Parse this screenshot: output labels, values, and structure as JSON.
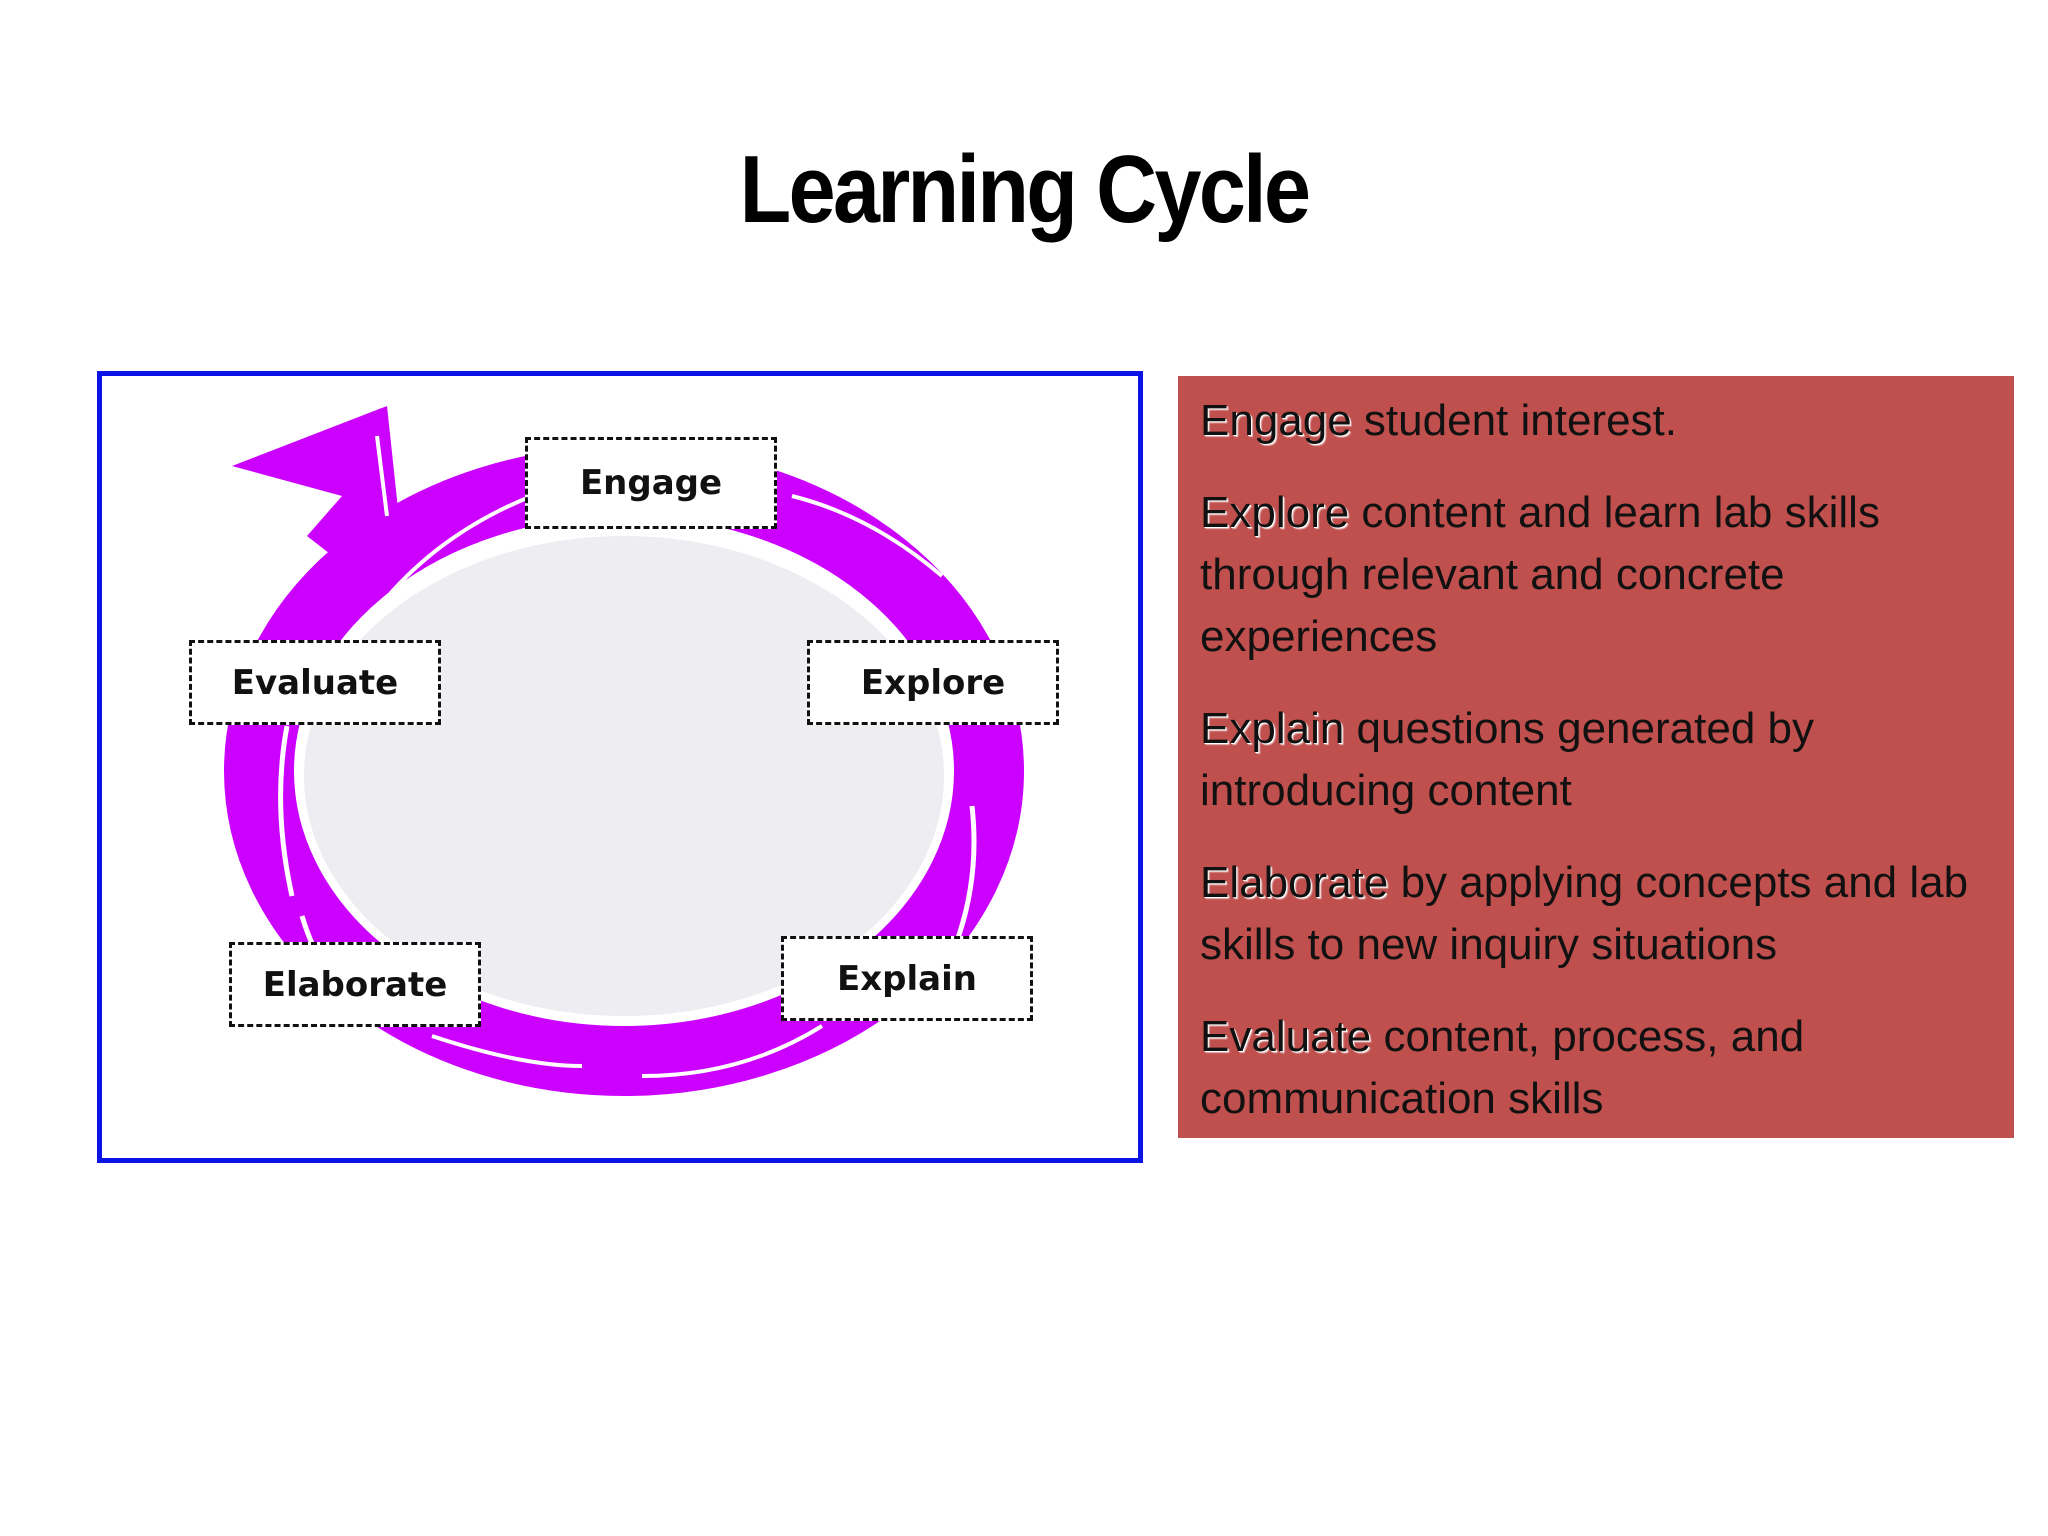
{
  "title": "Learning Cycle",
  "diagram": {
    "stages": {
      "engage": "Engage",
      "explore": "Explore",
      "explain": "Explain",
      "elaborate": "Elaborate",
      "evaluate": "Evaluate"
    },
    "colors": {
      "frame": "#0a14e6",
      "arrow": "#cc00ff",
      "inner": "#eeedf1"
    }
  },
  "panel": {
    "color": "#c0504d",
    "items": [
      {
        "keyword": "Engage",
        "text": " student interest."
      },
      {
        "keyword": "Explore",
        "text": " content and learn lab skills through relevant and concrete experiences"
      },
      {
        "keyword": "Explain",
        "text": " questions generated by introducing content"
      },
      {
        "keyword": "Elaborate",
        "text": " by applying concepts and lab skills to new inquiry situations"
      },
      {
        "keyword": "Evaluate",
        "text": " content, process, and communication skills"
      }
    ]
  }
}
